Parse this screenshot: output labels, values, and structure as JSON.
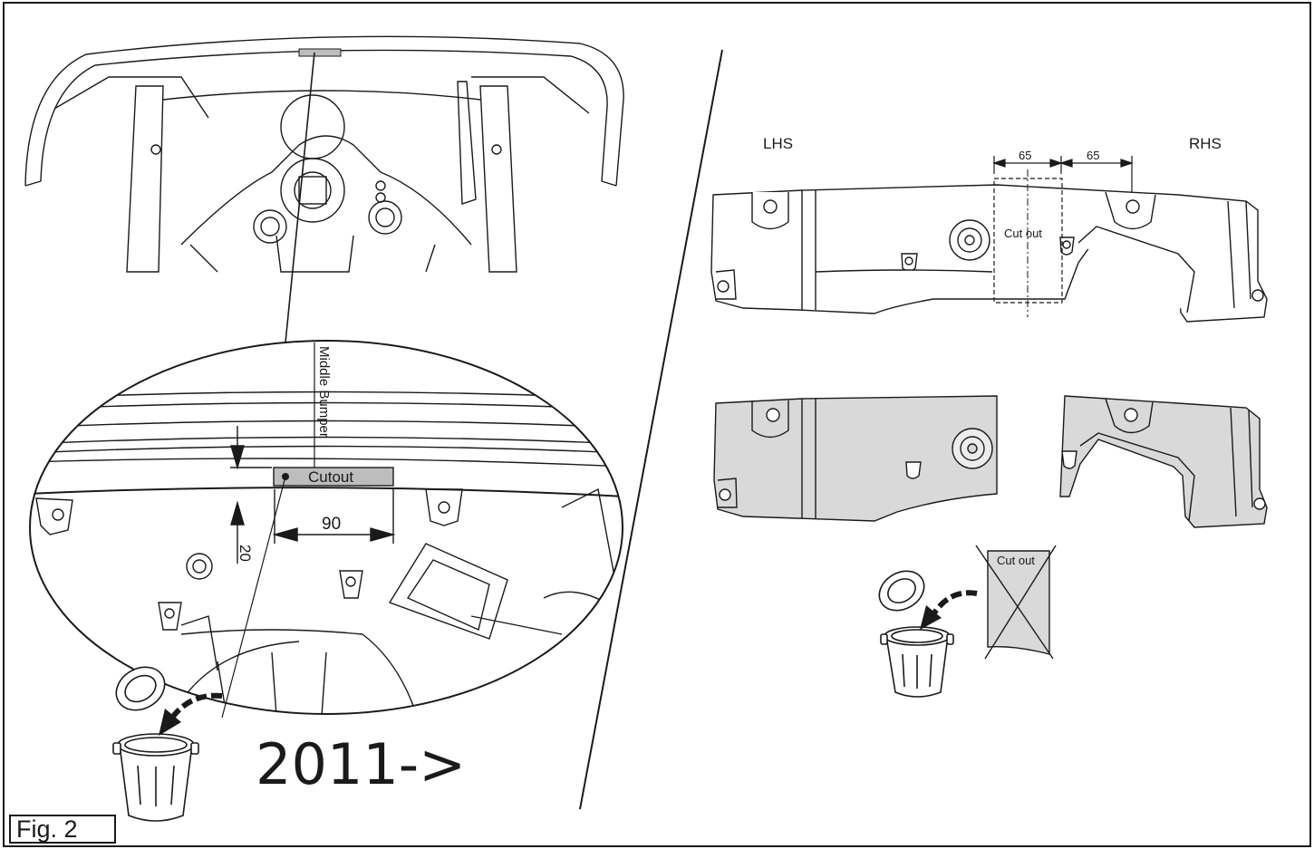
{
  "figure": {
    "label": "Fig. 2",
    "year_range": "2011->"
  },
  "detail": {
    "middle_bumper_label": "Middle Bumper",
    "cutout_label": "Cutout",
    "dim_width": "90",
    "dim_offset": "20"
  },
  "panel": {
    "lhs_label": "LHS",
    "rhs_label": "RHS",
    "dim_left": "65",
    "dim_right": "65",
    "cutout_label": "Cut out",
    "discard_label": "Cut out"
  },
  "colors": {
    "line": "#1a1a1a",
    "fill_gray": "#d9d9d9",
    "cutout_gray": "#bdbdbd"
  }
}
